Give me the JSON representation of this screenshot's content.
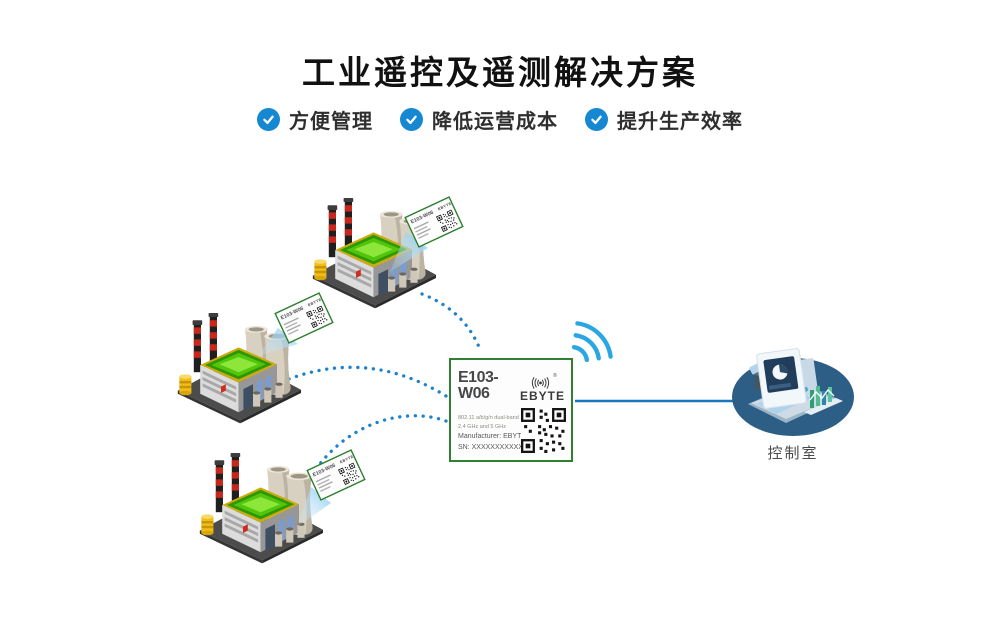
{
  "header": {
    "title": "工业遥控及遥测解决方案",
    "benefits": [
      {
        "label": "方便管理"
      },
      {
        "label": "降低运营成本"
      },
      {
        "label": "提升生产效率"
      }
    ]
  },
  "module": {
    "model": "E103-W06",
    "brand": "EBYTE",
    "registered_mark": "®",
    "spec_lines": [
      "802.11 a/b/g/n dual-band",
      "2.4 GHz and 5 GHz"
    ],
    "manufacturer_line": "Manufacturer: EBYTE",
    "sn_line": "SN: XXXXXXXXXXXXXX"
  },
  "module_card": {
    "model": "E103-W06",
    "brand": "EBYTE"
  },
  "control_room": {
    "label": "控制室"
  },
  "colors": {
    "accent_blue": "#1687d1",
    "dotted_link_blue": "#1d82cc",
    "solid_link_blue": "#1878be",
    "wifi_blue": "#2aa7e2",
    "module_border_green": "#2f8032",
    "control_ellipse_blue": "#2d5f86"
  }
}
